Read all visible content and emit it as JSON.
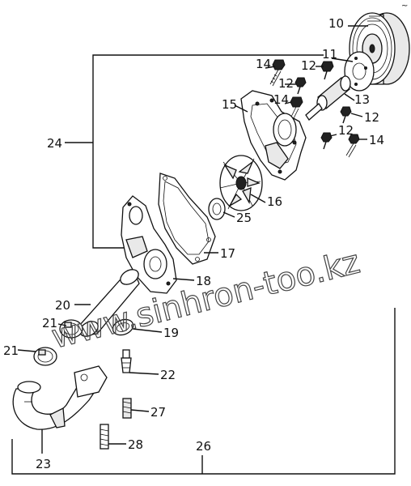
{
  "callouts": {
    "c10": "10",
    "c11": "11",
    "c12a": "12",
    "c12b": "12",
    "c12c": "12",
    "c12d": "12",
    "c13": "13",
    "c14a": "14",
    "c14b": "14",
    "c14c": "14",
    "c15": "15",
    "c16": "16",
    "c17": "17",
    "c18": "18",
    "c19": "19",
    "c20": "20",
    "c21a": "21",
    "c21b": "21",
    "c22": "22",
    "c23": "23",
    "c24": "24",
    "c25": "25",
    "c26": "26",
    "c27": "27",
    "c28": "28"
  },
  "watermark": "www.sinhron-too.kz",
  "corner_mark": "~"
}
